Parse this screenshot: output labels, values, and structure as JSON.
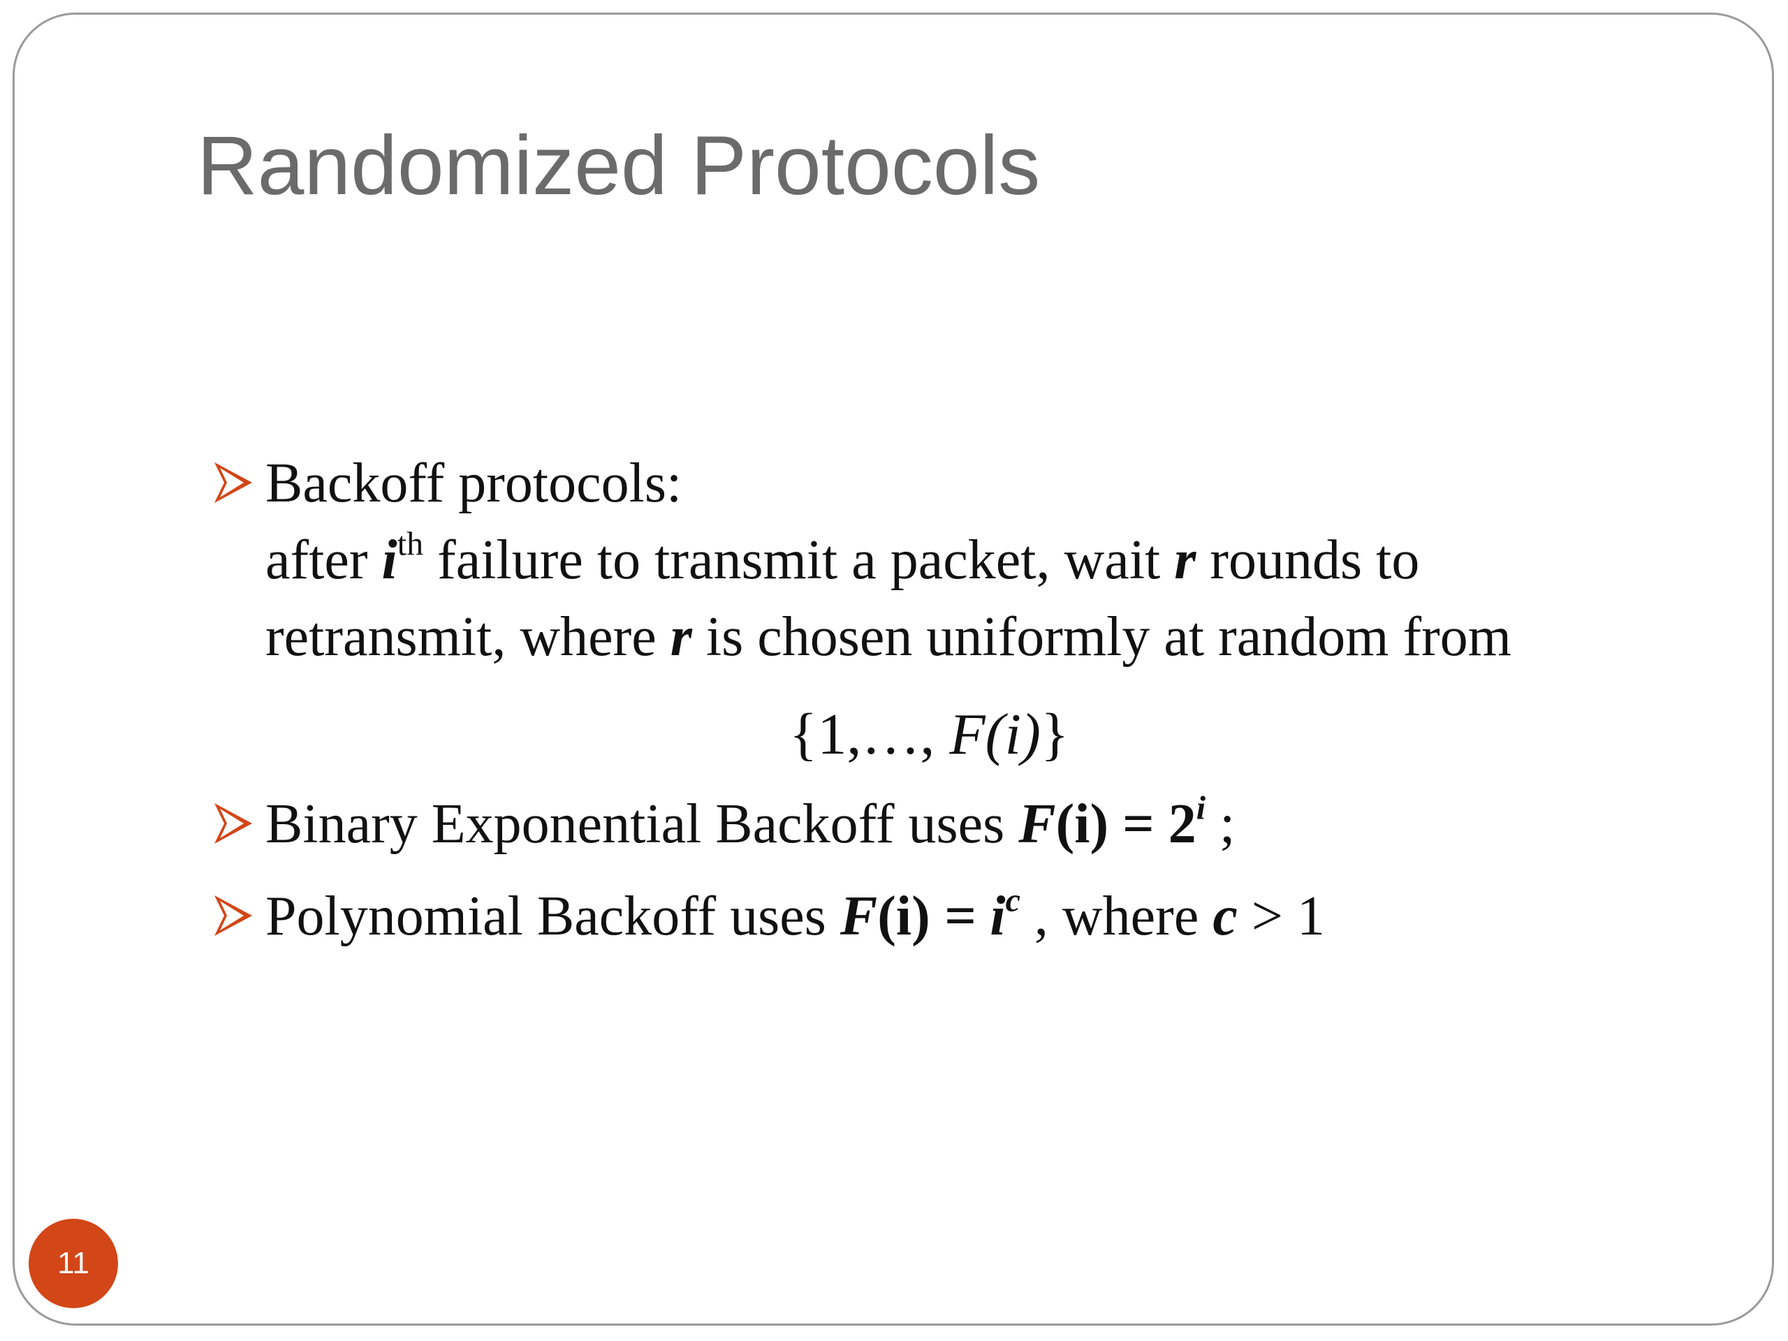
{
  "slide": {
    "title": "Randomized Protocols",
    "page_number": "11",
    "accent_color": "#d24617",
    "bullet_icon": "arrowhead-bullet-icon",
    "bullets": [
      {
        "heading": "Backoff protocols:",
        "line2": {
          "p1": "after ",
          "var_i": "i",
          "sup_th": "th",
          "p2": " failure to transmit a packet, wait ",
          "var_r": "r",
          "p3": " rounds to"
        },
        "line3": {
          "p1": "retransmit, where ",
          "var_r": "r",
          "p2": " is chosen uniformly at random from"
        },
        "formula": {
          "open": "{1,…, ",
          "F": "F",
          "arg": "(i)",
          "close": "}"
        }
      },
      {
        "p1": "Binary Exponential Backoff uses ",
        "F": "F",
        "paren": "(i)",
        "eq": " = 2",
        "sup": "i",
        "p2": " ;"
      },
      {
        "p1": "Polynomial Backoff uses ",
        "F": "F",
        "paren": "(i)",
        "eq": " = i",
        "sup": "c",
        "p2": " , where ",
        "var_c": "c",
        "p3": " > 1"
      }
    ]
  }
}
